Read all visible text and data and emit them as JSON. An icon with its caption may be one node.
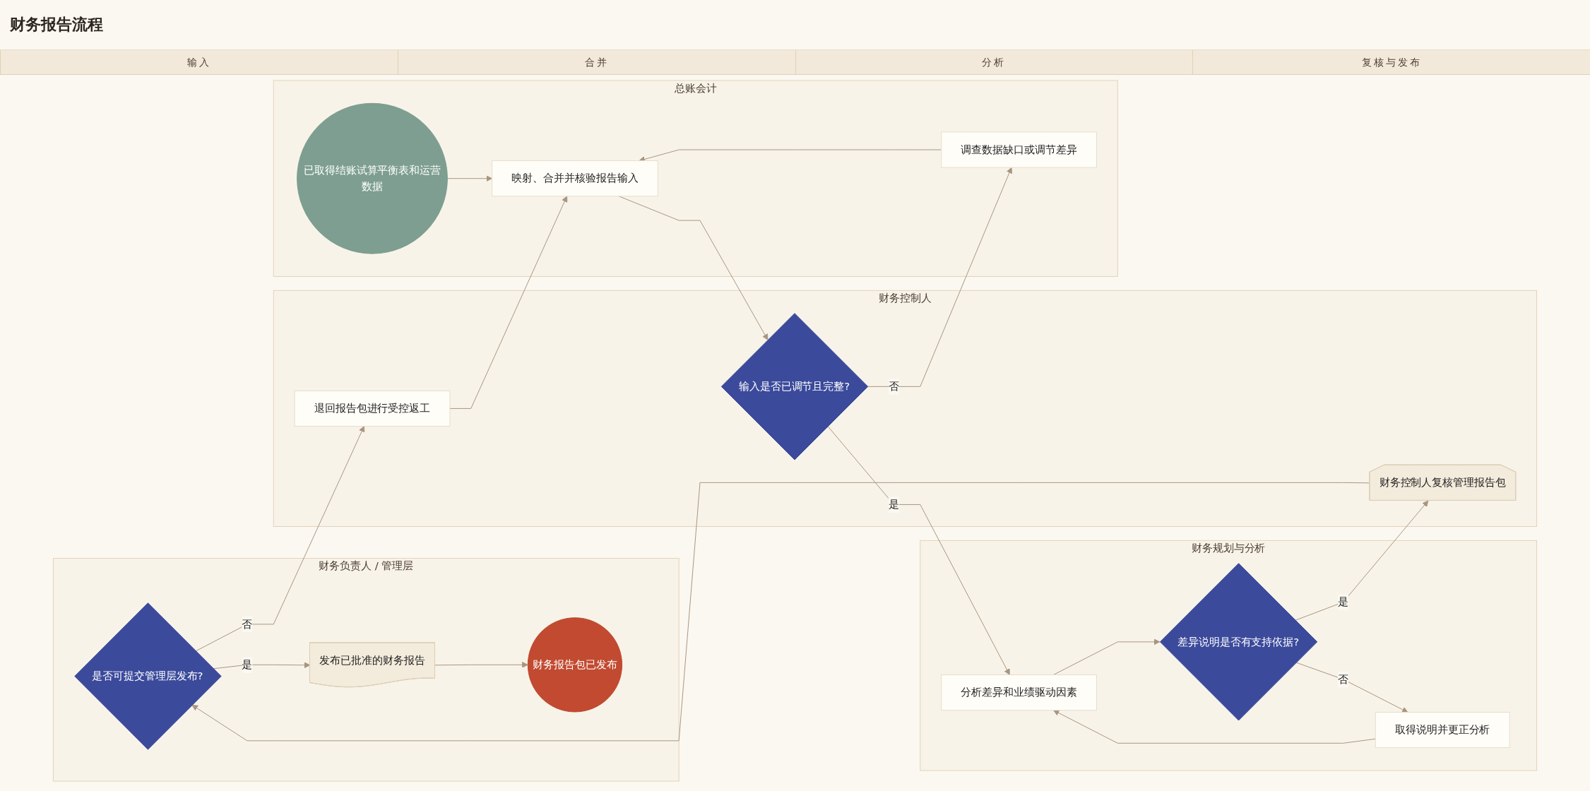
{
  "diagram": {
    "title": "财务报告流程",
    "nodes": [
      {
        "text": [
          "总账会计"
        ]
      },
      {
        "text": [
          "已取得结账试算平衡表和运营数据"
        ],
        "in": 0
      },
      {
        "text": [
          "映射、合并并核验报告输入"
        ],
        "in": 0
      },
      {
        "text": [
          "调查数据缺口或调节差异"
        ],
        "in": 0
      },
      {
        "text": [
          "财务控制人"
        ]
      },
      {
        "text": [
          "输入是否已调节且完整?"
        ],
        "in": 4
      },
      {
        "text": [
          "财务控制人复核管理报告包"
        ],
        "in": 4
      },
      {
        "text": [
          "退回报告包进行受控返工"
        ],
        "in": 4
      },
      {
        "text": [
          "财务规划与分析"
        ]
      },
      {
        "text": [
          "分析差异和业绩驱动因素"
        ],
        "in": 8
      },
      {
        "text": [
          "差异说明是否有支持依据?"
        ],
        "in": 8
      },
      {
        "text": [
          "取得说明并更正分析"
        ],
        "in": 8
      },
      {
        "text": [
          "财务负责人 / 管理层"
        ]
      },
      {
        "text": [
          "是否可提交管理层发布?"
        ],
        "in": 12
      },
      {
        "text": [
          "发布已批准的财务报告"
        ],
        "in": 12
      },
      {
        "text": [
          "财务报告包已发布"
        ],
        "in": 12
      }
    ],
    "edges": [
      {
        "from": 1,
        "to": 2,
        "arrow": "to"
      },
      {
        "from": 3,
        "to": 2,
        "arrow": "to"
      },
      {
        "from": 2,
        "to": 5,
        "arrow": "to"
      },
      {
        "from": 5,
        "to": 3,
        "arrow": "to",
        "label": "否"
      },
      {
        "from": 5,
        "to": 9,
        "arrow": "to",
        "label": "是"
      },
      {
        "from": 9,
        "to": 10,
        "arrow": "to"
      },
      {
        "from": 10,
        "to": 11,
        "arrow": "to",
        "label": "否"
      },
      {
        "from": 11,
        "to": 9,
        "arrow": "to"
      },
      {
        "from": 10,
        "to": 6,
        "arrow": "to",
        "label": "是"
      },
      {
        "from": 6,
        "to": 13,
        "arrow": "to"
      },
      {
        "from": 13,
        "to": 7,
        "arrow": "to",
        "label": "否"
      },
      {
        "from": 7,
        "to": 2,
        "arrow": "to"
      },
      {
        "from": 13,
        "to": 14,
        "arrow": "to",
        "label": "是"
      },
      {
        "from": 14,
        "to": 15,
        "arrow": "to"
      }
    ],
    "labels": [
      "输入",
      "合并",
      "分析",
      "复核与发布"
    ]
  }
}
